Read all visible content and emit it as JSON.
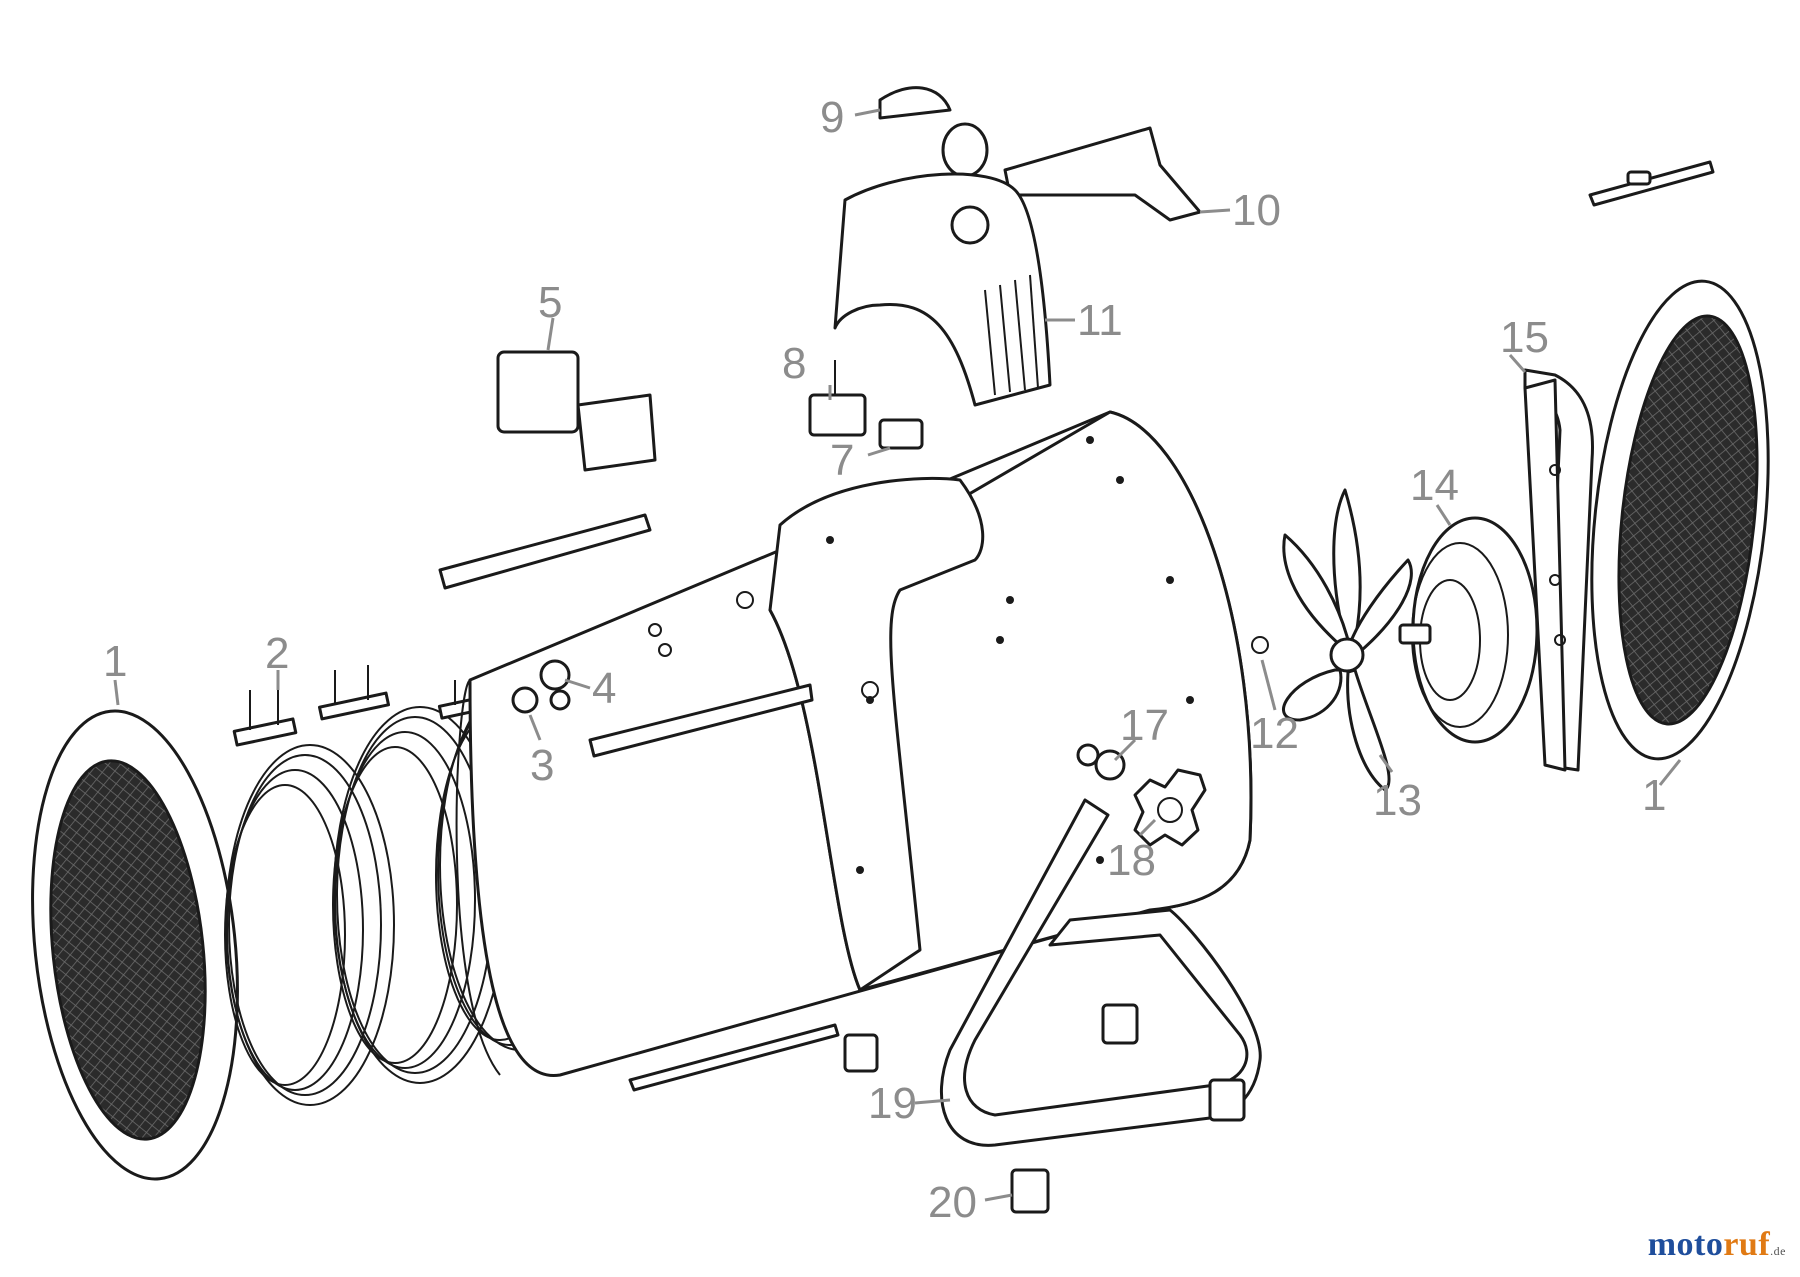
{
  "diagram": {
    "callouts": [
      {
        "id": "part-1-front",
        "label": "1"
      },
      {
        "id": "part-2",
        "label": "2"
      },
      {
        "id": "part-3",
        "label": "3"
      },
      {
        "id": "part-4",
        "label": "4"
      },
      {
        "id": "part-5",
        "label": "5"
      },
      {
        "id": "part-7",
        "label": "7"
      },
      {
        "id": "part-8",
        "label": "8"
      },
      {
        "id": "part-9",
        "label": "9"
      },
      {
        "id": "part-10",
        "label": "10"
      },
      {
        "id": "part-11",
        "label": "11"
      },
      {
        "id": "part-12",
        "label": "12"
      },
      {
        "id": "part-13",
        "label": "13"
      },
      {
        "id": "part-14",
        "label": "14"
      },
      {
        "id": "part-15",
        "label": "15"
      },
      {
        "id": "part-1-rear",
        "label": "1"
      },
      {
        "id": "part-17",
        "label": "17"
      },
      {
        "id": "part-18",
        "label": "18"
      },
      {
        "id": "part-19",
        "label": "19"
      },
      {
        "id": "part-20",
        "label": "20"
      }
    ]
  },
  "watermark": {
    "part_a": "moto",
    "part_b": "ruf",
    "tld": ".de"
  },
  "colors": {
    "line": "#1a1a1a",
    "callout": "#8c8c8c",
    "watermark_blue": "#1f4e9c",
    "watermark_orange": "#e07a14"
  }
}
